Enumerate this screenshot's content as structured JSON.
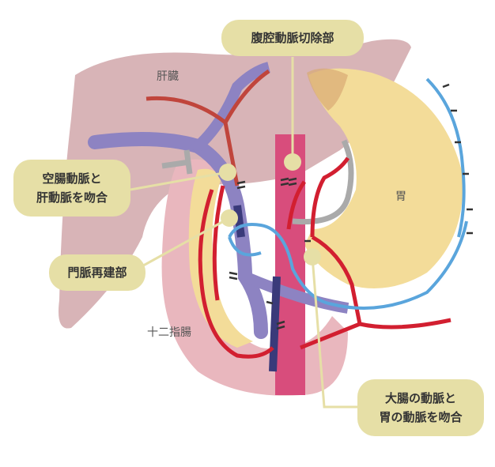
{
  "labels": {
    "liver": "肝臓",
    "stomach": "胃",
    "duodenum": "十二指腸"
  },
  "callouts": {
    "celiac_resection": "腹腔動脈切除部",
    "jejunal_hepatic_line1": "空腸動脈と",
    "jejunal_hepatic_line2": "肝動脈を吻合",
    "portal_reconstruction": "門脈再建部",
    "colic_gastric_line1": "大腸の動脈と",
    "colic_gastric_line2": "胃の動脈を吻合"
  },
  "colors": {
    "liver": "#d8b4b7",
    "stomach": "#f3dc99",
    "duodenum": "#e9b7be",
    "artery": "#d21f30",
    "portal_vein": "#8d83c2",
    "aorta": "#d84d7c",
    "blue_vessel": "#5aa5dc",
    "callout": "#e6dfa6"
  }
}
